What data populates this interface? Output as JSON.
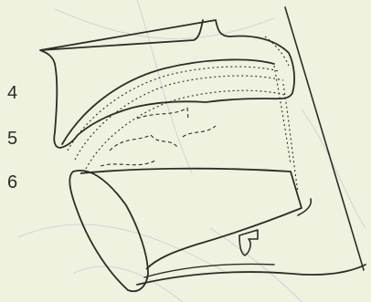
{
  "labels": [
    "4",
    "5",
    "6"
  ],
  "colors": {
    "paper": "#eff2df",
    "ink": "#2e2c28",
    "faint": "#c9ccd8"
  }
}
